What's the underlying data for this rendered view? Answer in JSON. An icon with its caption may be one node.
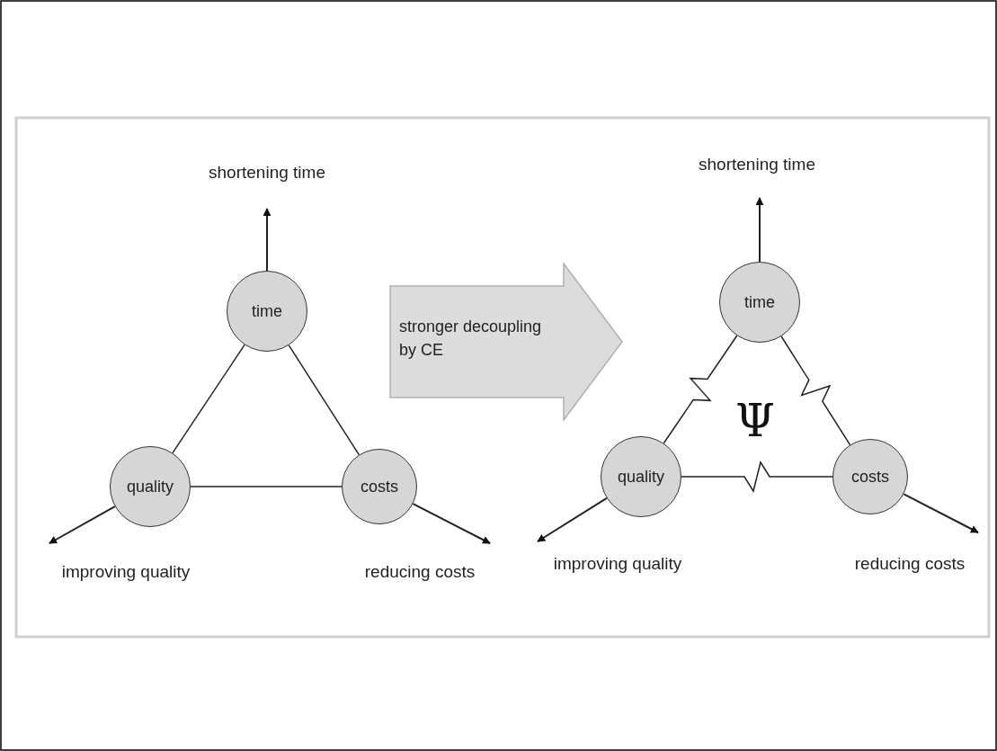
{
  "diagram": {
    "nodes": [
      {
        "text": [
          "time"
        ]
      },
      {
        "text": [
          "quality"
        ]
      },
      {
        "text": [
          "costs"
        ]
      },
      {
        "text": [
          "shortening time"
        ]
      },
      {
        "text": [
          "improving quality"
        ]
      },
      {
        "text": [
          "reducing costs"
        ]
      },
      {
        "text": [
          "stronger decoupling by CE"
        ]
      },
      {
        "text": [
          "time"
        ]
      },
      {
        "text": [
          "quality"
        ]
      },
      {
        "text": [
          "costs"
        ]
      },
      {
        "text": [
          "shortening time"
        ]
      },
      {
        "text": [
          "improving quality"
        ]
      },
      {
        "text": [
          "reducing costs"
        ]
      }
    ],
    "edges": [
      {
        "from": 0,
        "to": 1,
        "arrow": "none"
      },
      {
        "from": 0,
        "to": 2,
        "arrow": "none"
      },
      {
        "from": 1,
        "to": 2,
        "arrow": "none"
      },
      {
        "from": 0,
        "to": 3,
        "arrow": "to"
      },
      {
        "from": 1,
        "to": 4,
        "arrow": "to"
      },
      {
        "from": 2,
        "to": 5,
        "arrow": "to"
      },
      {
        "from": 7,
        "to": 8,
        "arrow": "none"
      },
      {
        "from": 7,
        "to": 9,
        "arrow": "none"
      },
      {
        "from": 8,
        "to": 9,
        "arrow": "none"
      },
      {
        "from": 7,
        "to": 10,
        "arrow": "to"
      },
      {
        "from": 8,
        "to": 11,
        "arrow": "to"
      },
      {
        "from": 9,
        "to": 12,
        "arrow": "to"
      }
    ],
    "labels": [
      "Ψ"
    ]
  }
}
